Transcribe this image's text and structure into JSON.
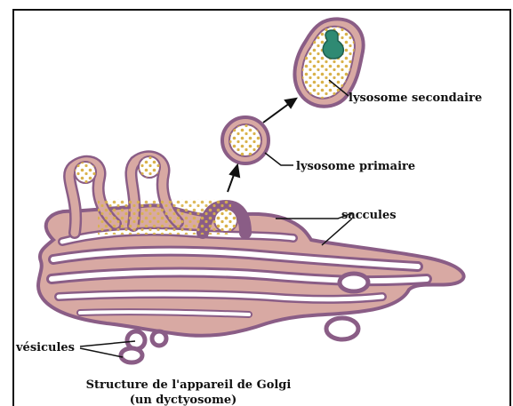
{
  "labels": {
    "secondary_lysosome": "lysosome secondaire",
    "primary_lysosome": "lysosome primaire",
    "saccules": "saccules",
    "vesicules": "vésicules"
  },
  "caption": {
    "line1": "Structure de l'appareil de Golgi",
    "line2": "(un dyctyosome)"
  },
  "colors": {
    "membrane_outer": "#8a5d86",
    "membrane_fill": "#d8a9a3",
    "lumen": "#ffffff",
    "granules": "#d9b24a",
    "inclusion": "#2f8a73",
    "line": "#111111"
  }
}
